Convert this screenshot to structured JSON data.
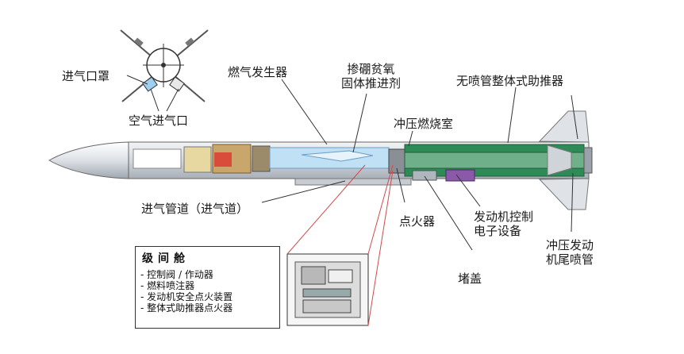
{
  "labels": {
    "inlet_cover": "进气口罩",
    "air_inlet": "空气进气口",
    "gas_generator": "燃气发生器",
    "boron_propellant_line1": "掺硼贫氧",
    "boron_propellant_line2": "固体推进剂",
    "nozzleless_booster": "无喷管整体式助推器",
    "ramjet_combustor": "冲压燃烧室",
    "intake_duct": "进气管道（进气道）",
    "igniter": "点火器",
    "engine_control_line1": "发动机控制",
    "engine_control_line2": "电子设备",
    "ramjet_nozzle_line1": "冲压发动",
    "ramjet_nozzle_line2": "机尾喷管",
    "plug_cover": "堵盖"
  },
  "legend": {
    "title": "级间舱",
    "items": [
      "- 控制阀 / 作动器",
      "- 燃料喷注器",
      "- 发动机安全点火装置",
      "- 整体式助推器点火器"
    ]
  },
  "colors": {
    "booster_green": "#2e8b57",
    "propellant_tan": "#c9a66b",
    "body_gray": "#d9dde2",
    "air_blue": "#bfe0f5",
    "electronics_purple": "#8a5aa8",
    "leader_red": "#d24a4a"
  }
}
